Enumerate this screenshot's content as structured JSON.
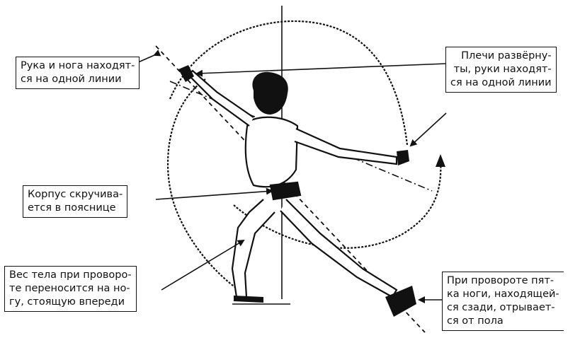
{
  "labels": {
    "arm_leg": [
      "Рука и нога находят-",
      "ся на одной линии"
    ],
    "shoulders": [
      "Плечи развёрну-",
      "ты, руки находят-",
      "ся на одной линии"
    ],
    "torso": [
      "Корпус скручива-",
      "ется в пояснице"
    ],
    "weight": [
      "Вес тела при проворо-",
      "те переносится на но-",
      "гу, стоящую впереди"
    ],
    "heel": [
      "При провороте пят-",
      "ка ноги, находящей-",
      "ся сзади, отрывает-",
      "ся от пола"
    ]
  },
  "colors": {
    "ink": "#111111",
    "background": "#ffffff"
  }
}
